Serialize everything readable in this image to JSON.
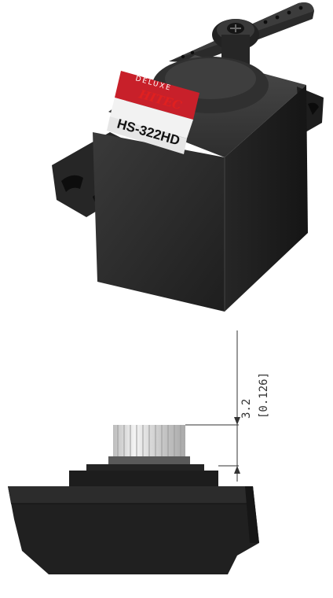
{
  "product_label": {
    "series": "DELUXE",
    "brand": "HITEC",
    "model": "HS-322HD"
  },
  "dimension": {
    "metric": "3.2",
    "imperial": "[0.126]"
  },
  "colors": {
    "body": "#2c2c2c",
    "body_dark": "#1a1a1a",
    "label_red": "#c8202a",
    "label_white": "#f2f2f2",
    "spline": "#d9d9d9",
    "dimension_line": "#333333"
  }
}
